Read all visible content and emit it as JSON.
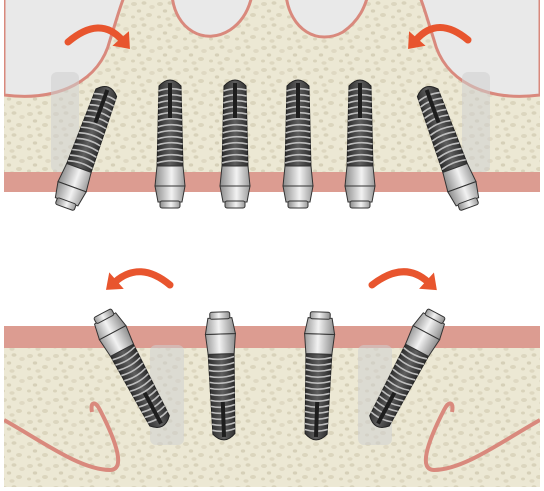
{
  "figure": {
    "panels": [
      {
        "id": "upper",
        "jaw": "upper",
        "implant_count": 6,
        "tilted_implants": 2,
        "ghost_implants": 2,
        "tilt_arrows": 2
      },
      {
        "id": "lower",
        "jaw": "lower",
        "implant_count": 4,
        "tilted_implants": 2,
        "ghost_implants": 2,
        "tilt_arrows": 2
      }
    ]
  },
  "colors": {
    "background": "#ffffff",
    "bone": "#ece8d4",
    "bone_speckle": "#d9d3bb",
    "gum": "#dc9c91",
    "sinus_outline": "#d9897d",
    "sinus_fill": "#e9e9e9",
    "arrow": "#e8552e",
    "implant_dark": "#4a4a4a",
    "implant_light": "#d6d6d6",
    "ghost": "#cfcfcf"
  },
  "icons": {
    "arrow_left": "curved-arrow-left-icon",
    "arrow_right": "curved-arrow-right-icon"
  }
}
